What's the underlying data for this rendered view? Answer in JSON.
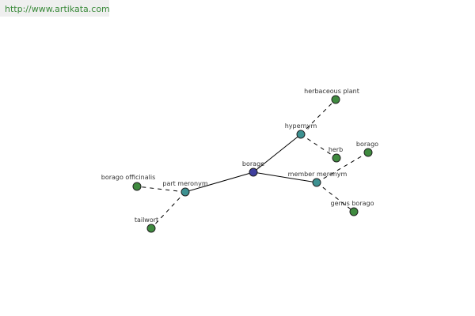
{
  "header": {
    "url": "http://www.artikata.com"
  },
  "colors": {
    "center": "#3f3f9e",
    "relation": "#3d9191",
    "leaf": "#3f8a3f"
  },
  "graph": {
    "nodes": [
      {
        "id": "borage",
        "label": "borage",
        "kind": "center"
      },
      {
        "id": "hypernym",
        "label": "hypernym",
        "kind": "relation"
      },
      {
        "id": "member_meronym",
        "label": "member meronym",
        "kind": "relation"
      },
      {
        "id": "part_meronym",
        "label": "part meronym",
        "kind": "relation"
      },
      {
        "id": "herbaceous_plant",
        "label": "herbaceous plant",
        "kind": "leaf"
      },
      {
        "id": "herb",
        "label": "herb",
        "kind": "leaf"
      },
      {
        "id": "borago",
        "label": "borago",
        "kind": "leaf"
      },
      {
        "id": "genus_borago",
        "label": "genus borago",
        "kind": "leaf"
      },
      {
        "id": "borago_officinalis",
        "label": "borago officinalis",
        "kind": "leaf"
      },
      {
        "id": "tailwort",
        "label": "tailwort",
        "kind": "leaf"
      }
    ],
    "edges": [
      {
        "from": "borage",
        "to": "hypernym",
        "style": "solid"
      },
      {
        "from": "borage",
        "to": "member_meronym",
        "style": "solid"
      },
      {
        "from": "borage",
        "to": "part_meronym",
        "style": "solid"
      },
      {
        "from": "hypernym",
        "to": "herbaceous_plant",
        "style": "dashed"
      },
      {
        "from": "hypernym",
        "to": "herb",
        "style": "dashed"
      },
      {
        "from": "member_meronym",
        "to": "borago",
        "style": "dashed"
      },
      {
        "from": "member_meronym",
        "to": "genus_borago",
        "style": "dashed"
      },
      {
        "from": "part_meronym",
        "to": "borago_officinalis",
        "style": "dashed"
      },
      {
        "from": "part_meronym",
        "to": "tailwort",
        "style": "dashed"
      }
    ]
  }
}
